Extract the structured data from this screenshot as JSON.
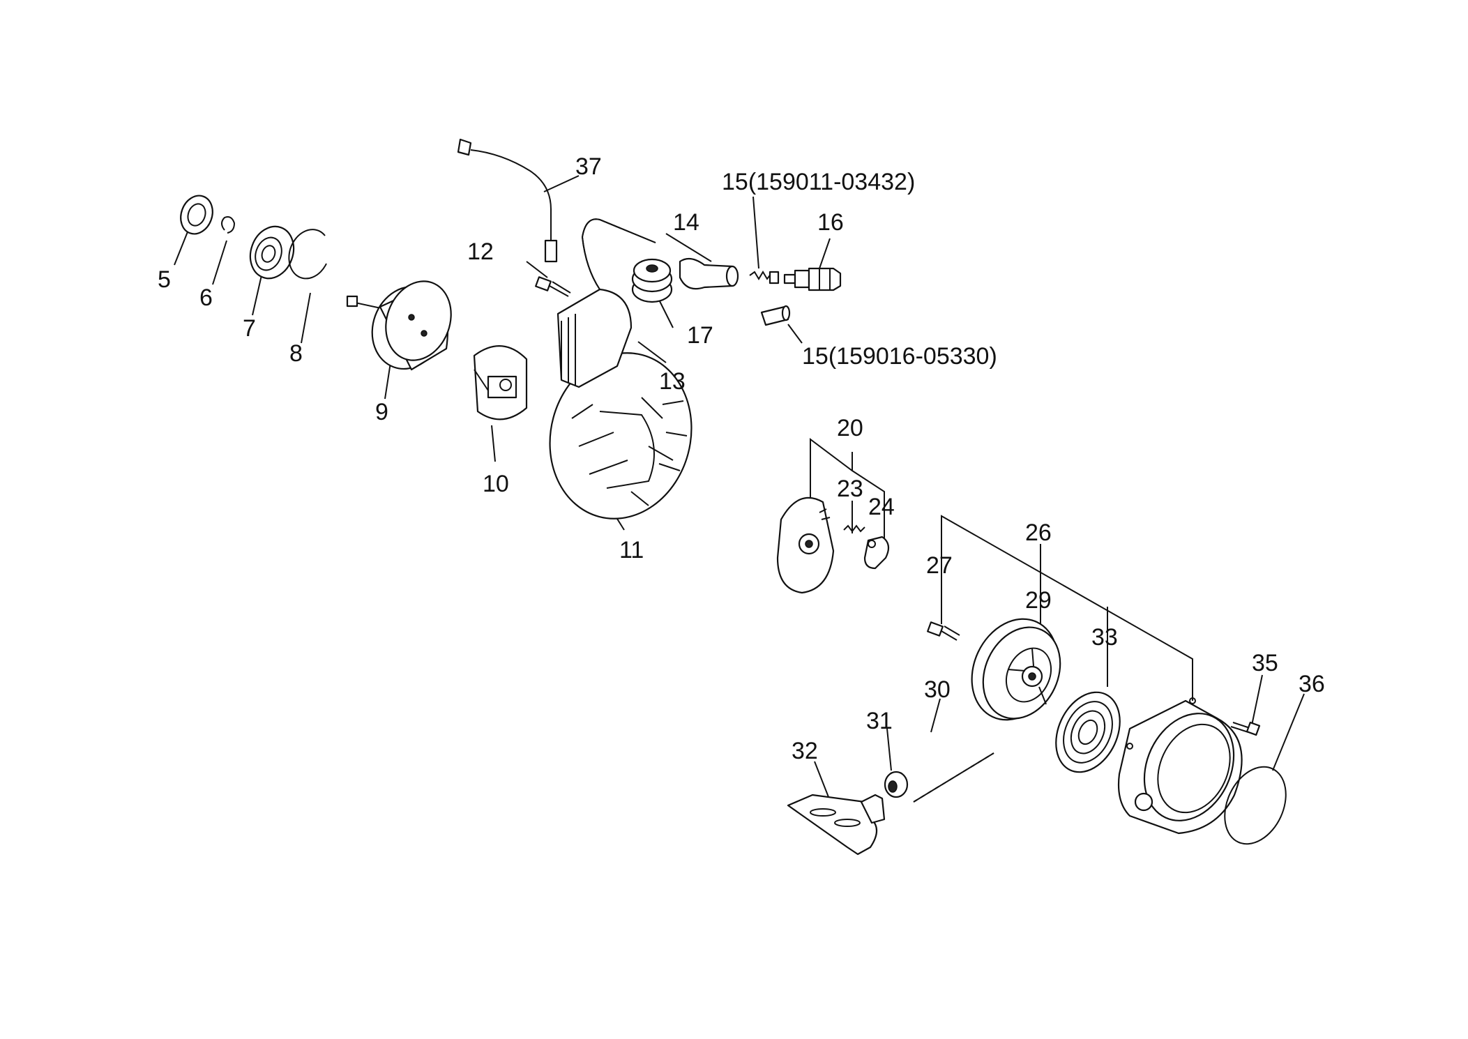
{
  "diagram": {
    "labels": {
      "p5": "5",
      "p6": "6",
      "p7": "7",
      "p8": "8",
      "p9": "9",
      "p10": "10",
      "p11": "11",
      "p12": "12",
      "p13": "13",
      "p14": "14",
      "p15a": "15(159011-03432)",
      "p15b": "15(159016-05330)",
      "p16": "16",
      "p17": "17",
      "p20": "20",
      "p23": "23",
      "p24": "24",
      "p26": "26",
      "p27": "27",
      "p29": "29",
      "p30": "30",
      "p31": "31",
      "p32": "32",
      "p33": "33",
      "p35": "35",
      "p36": "36",
      "p37": "37"
    }
  }
}
